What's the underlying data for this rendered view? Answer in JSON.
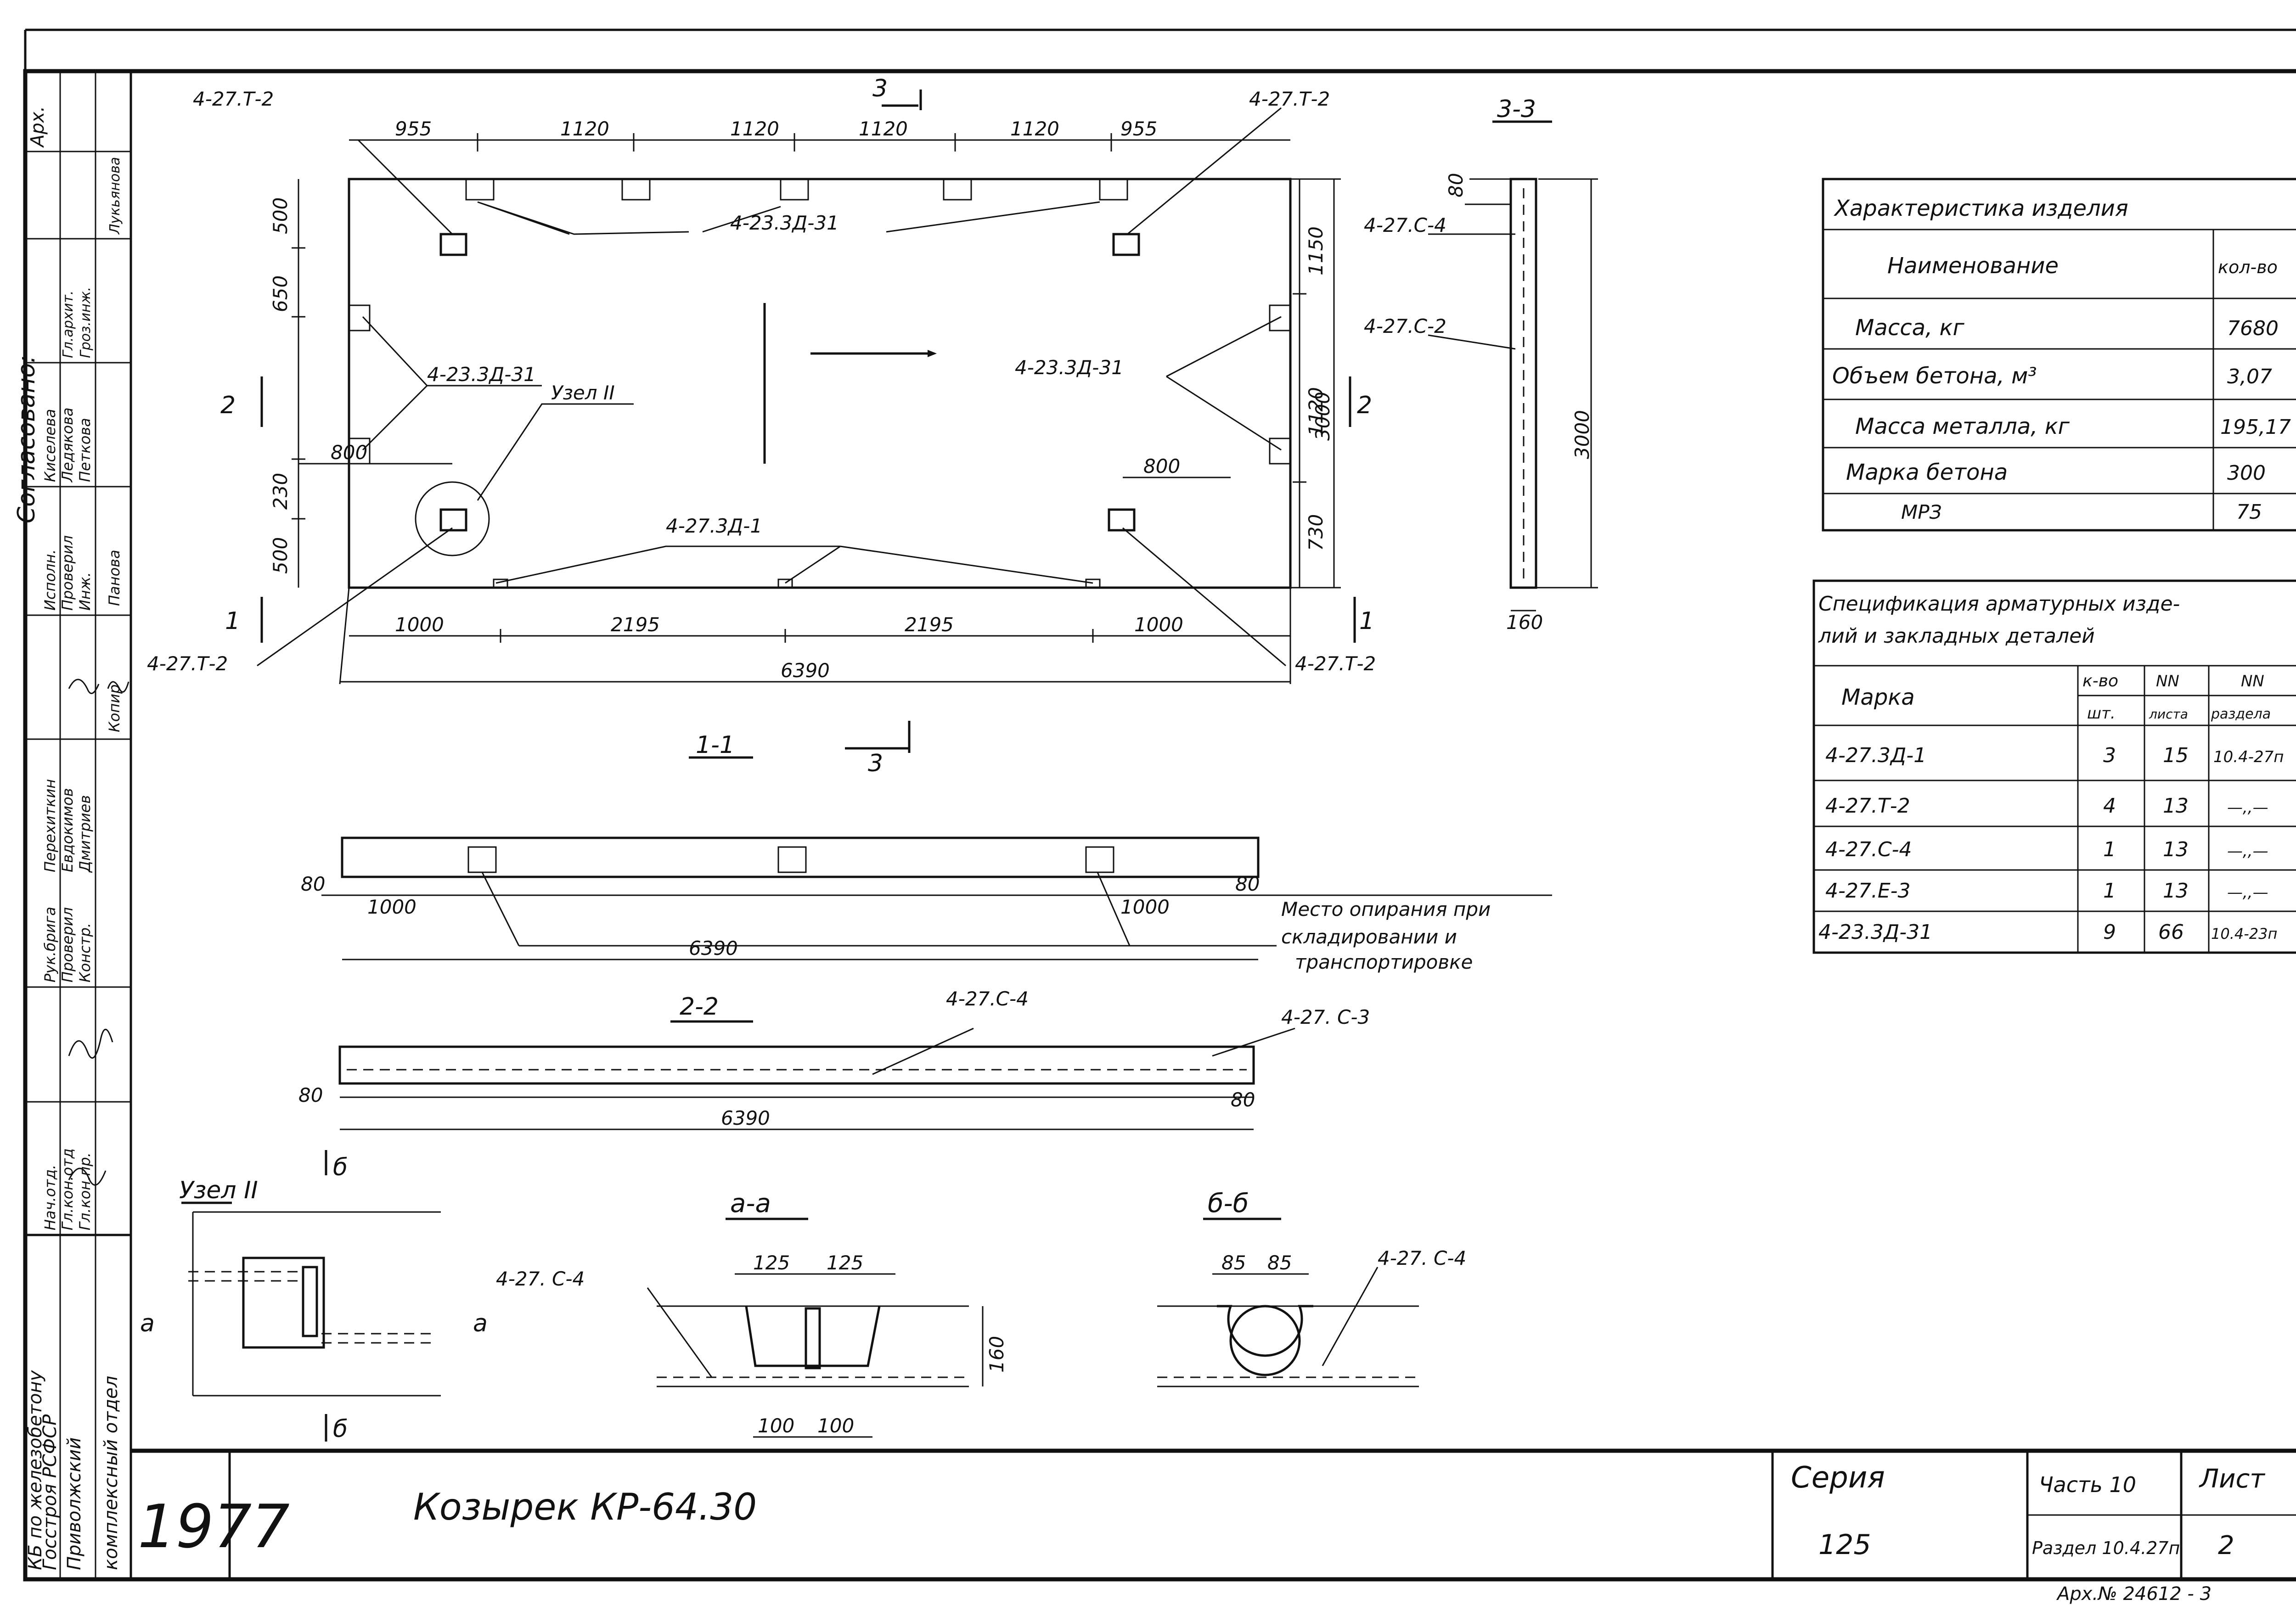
{
  "sheet": {
    "corner_number": "3",
    "title": "Козырек   КР-64.30",
    "year": "1977",
    "series_label": "Серия",
    "series_value": "125",
    "part": "Часть 10",
    "section": "Раздел 10.4.27п",
    "sheet_label": "Лист",
    "sheet_value": "2",
    "archive_number": "Арх.№ 24612 - 3"
  },
  "left_stamp": {
    "org_line1": "КБ по железобетону",
    "org_line2": "Госстроя РСФСР",
    "org_line3": "Приволжский",
    "org_line4": "комплексный отдел",
    "approved": "Согласовано:",
    "rows": [
      {
        "role": "Нач.отд.",
        "name": ""
      },
      {
        "role": "Гл.кон.отд",
        "name": ""
      },
      {
        "role": "Гл.кон.пр.",
        "name": ""
      },
      {
        "role": "Рук.брига",
        "name": "Перехиткин"
      },
      {
        "role": "Проверил",
        "name": "Евдокимов"
      },
      {
        "role": "Констр.",
        "name": "Дмитриев"
      },
      {
        "role": "Исполн.",
        "name": "Киселева"
      },
      {
        "role": "Проверил",
        "name": "Ледякова"
      },
      {
        "role": "Инж.",
        "name": "Петкова"
      },
      {
        "role": "Копир",
        "name": "Панова"
      }
    ],
    "arch_label": "Арх.",
    "arch_names": [
      "Гл.архит.",
      "Гроз.инж.",
      "Лукьянова"
    ]
  },
  "plan": {
    "labels": {
      "t2_tl": "4-27.Т-2",
      "t2_tr": "4-27.Т-2",
      "t2_bl": "4-27.Т-2",
      "t2_br": "4-27.Т-2",
      "zd31_top": "4-23.3Д-31",
      "zd31_left": "4-23.3Д-31",
      "zd31_right": "4-23.3Д-31",
      "zd1": "4-27.3Д-1",
      "node": "Узел II",
      "sec3": "3",
      "sec2l": "2",
      "sec2r": "2",
      "sec1l": "1",
      "sec1r": "1"
    },
    "dims_top": [
      "955",
      "1120",
      "1120",
      "1120",
      "1120",
      "955"
    ],
    "dims_bottom": [
      "1000",
      "2195",
      "2195",
      "1000"
    ],
    "dim_total": "6390",
    "dims_left": [
      "500",
      "650",
      "230",
      "500"
    ],
    "dims_left_800": "800",
    "dims_right": [
      "1150",
      "1120",
      "730"
    ],
    "dim_height": "3000",
    "dims_right_800": "800"
  },
  "section_33": {
    "title": "3-3",
    "c4": "4-27.С-4",
    "c2": "4-27.С-2",
    "dim_top": "80",
    "dim_height": "3000",
    "dim_width": "160"
  },
  "section_11": {
    "title": "1-1",
    "mark3": "3",
    "d80l": "80",
    "d80r": "80",
    "d1000l": "1000",
    "d1000r": "1000",
    "d6390": "6390",
    "note1": "Место опирания при",
    "note2": "складировании и",
    "note3": "транспортировке"
  },
  "section_22": {
    "title": "2-2",
    "c4": "4-27.С-4",
    "c3": "4-27. С-3",
    "d80l": "80",
    "d80r": "80",
    "d6390": "6390"
  },
  "node2": {
    "title": "Узел II",
    "b_top": "б",
    "b_bot": "б",
    "a_left": "а",
    "a_right": "а"
  },
  "section_aa": {
    "title": "а-а",
    "c4": "4-27. С-4",
    "d125a": "125",
    "d125b": "125",
    "d100a": "100",
    "d100b": "100",
    "d160": "160"
  },
  "section_bb": {
    "title": "б-б",
    "c4": "4-27. С-4",
    "d85a": "85",
    "d85b": "85"
  },
  "characteristics": {
    "title": "Характеристика изделия",
    "col_name": "Наименование",
    "col_qty": "кол-во",
    "rows": [
      {
        "name": "Масса, кг",
        "value": "7680"
      },
      {
        "name": "Объем бетона, м³",
        "value": "3,07"
      },
      {
        "name": "Масса металла, кг",
        "value": "195,17"
      },
      {
        "name": "Марка бетона",
        "value": "300"
      },
      {
        "name": "МРЗ",
        "value": "75"
      }
    ]
  },
  "specification": {
    "title1": "Спецификация арматурных изде-",
    "title2": "лий и закладных деталей",
    "col_mark": "Марка",
    "col_qty1": "к-во",
    "col_qty2": "шт.",
    "col_sheet1": "NN",
    "col_sheet2": "листа",
    "col_section1": "NN",
    "col_section2": "раздела",
    "rows": [
      {
        "mark": "4-27.3Д-1",
        "qty": "3",
        "sheet": "15",
        "section": "10.4-27п"
      },
      {
        "mark": "4-27.Т-2",
        "qty": "4",
        "sheet": "13",
        "section": "—,,—"
      },
      {
        "mark": "4-27.С-4",
        "qty": "1",
        "sheet": "13",
        "section": "—,,—"
      },
      {
        "mark": "4-27.Е-3",
        "qty": "1",
        "sheet": "13",
        "section": "—,,—"
      },
      {
        "mark": "4-23.3Д-31",
        "qty": "9",
        "sheet": "66",
        "section": "10.4-23п"
      }
    ]
  }
}
